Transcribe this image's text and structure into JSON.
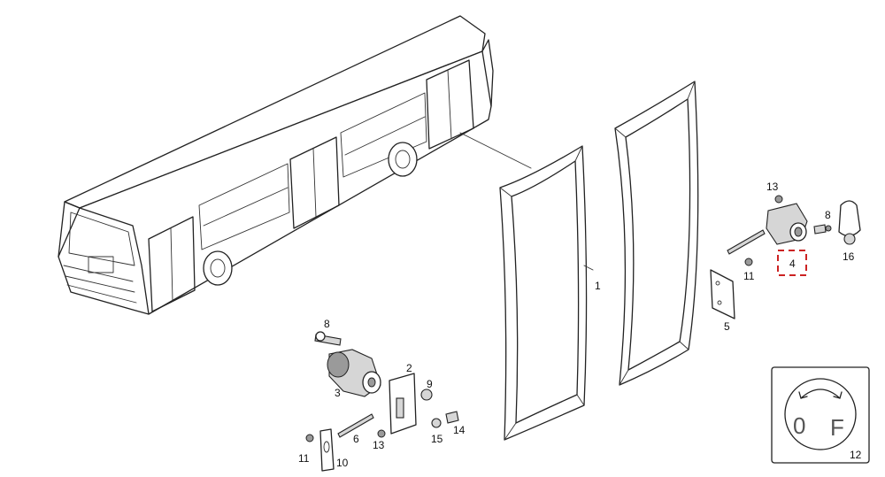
{
  "callouts": {
    "c1": "1",
    "c2": "2",
    "c3": "3",
    "c4": "4",
    "c5": "5",
    "c6": "6",
    "c8a": "8",
    "c8b": "8",
    "c9": "9",
    "c10": "10",
    "c11a": "11",
    "c11b": "11",
    "c12": "12",
    "c13a": "13",
    "c13b": "13",
    "c14": "14",
    "c15": "15",
    "c16": "16"
  },
  "switch_plate": {
    "left": "0",
    "right": "F"
  },
  "colors": {
    "line": "#222222",
    "highlight": "#cc2222",
    "part_fill": "#d6d6d6"
  },
  "icons": [
    "bus-illustration",
    "door-frame",
    "door-leaf",
    "lock-cylinder",
    "key-switch-icon"
  ]
}
